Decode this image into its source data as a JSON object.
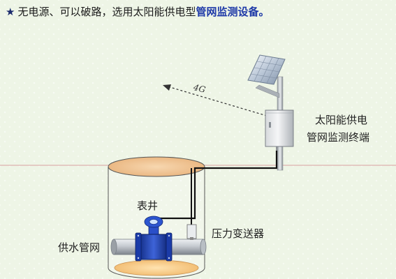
{
  "heading": {
    "star": "★",
    "text_plain": "无电源、可以破路，选用太阳能供电型",
    "text_accent": "管网监测设备。"
  },
  "diagram": {
    "signal_label": "4G",
    "terminal_label_line1": "太阳能供电",
    "terminal_label_line2": "管网监测终端",
    "well_label": "表井",
    "pressure_label": "压力变送器",
    "pipe_label": "供水管网"
  },
  "colors": {
    "slide_background": "#eef5e6",
    "ground_line": "#d8a0a0",
    "well_top": "#f2c89a",
    "pipe": "#c8cdd2",
    "meter_blue": "#1c3fae",
    "cable": "#111111",
    "heading_accent": "#1f3aa8"
  },
  "icons": {
    "solar_panel": "solar-panel-icon",
    "terminal_box": "terminal-box-icon",
    "flow_meter": "flow-meter-icon",
    "pressure_sensor": "pressure-sensor-icon"
  }
}
